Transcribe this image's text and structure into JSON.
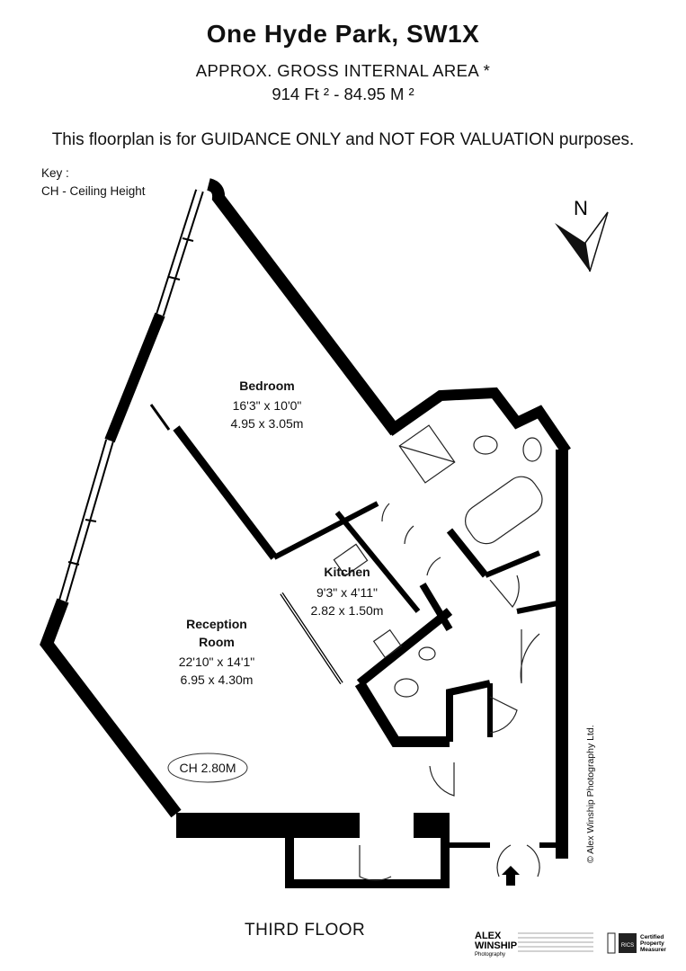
{
  "header": {
    "title": "One Hyde Park, SW1X",
    "area_label": "APPROX. GROSS INTERNAL  AREA *",
    "area_values": "914 Ft ² - 84.95 M ²",
    "disclaimer": "This floorplan is for GUIDANCE ONLY and NOT FOR VALUATION purposes."
  },
  "key": {
    "title": "Key :",
    "ch": "CH - Ceiling Height"
  },
  "compass": {
    "label": "N"
  },
  "rooms": {
    "bedroom": {
      "name": "Bedroom",
      "imperial": "16'3\" x 10'0\"",
      "metric": "4.95 x 3.05m"
    },
    "kitchen": {
      "name": "Kitchen",
      "imperial": "9'3\" x 4'11\"",
      "metric": "2.82 x 1.50m"
    },
    "reception": {
      "name_line1": "Reception",
      "name_line2": "Room",
      "imperial": "22'10\" x 14'1\"",
      "metric": "6.95 x 4.30m"
    }
  },
  "ceiling_badge": "CH 2.80M",
  "floor_label": "THIRD FLOOR",
  "copyright": "© Alex Winship Photography Ltd.",
  "footer": {
    "brand_line1": "ALEX",
    "brand_line2": "WINSHIP",
    "brand_sub": "Photography",
    "rics_label": "RICS",
    "cert_line1": "Certified",
    "cert_line2": "Property",
    "cert_line3": "Measurer"
  },
  "colors": {
    "wall": "#000000",
    "background": "#ffffff"
  }
}
